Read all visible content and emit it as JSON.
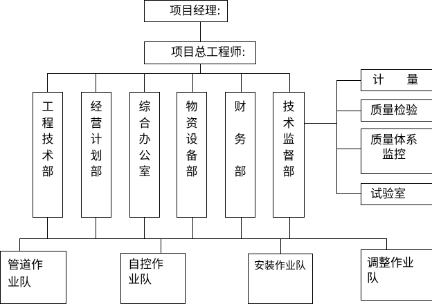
{
  "project_manager": "项目经理:",
  "chief_engineer": "项目总工程师:",
  "departments": [
    {
      "id": "engineering-tech",
      "label": "工\n程\n技\n术\n部"
    },
    {
      "id": "business-planning",
      "label": "经\n营\n计\n划\n部"
    },
    {
      "id": "general-office",
      "label": "综\n合\n办\n公\n室"
    },
    {
      "id": "materials-equipment",
      "label": "物\n资\n设\n备\n部"
    },
    {
      "id": "finance",
      "label": "财\n\n务\n\n部"
    },
    {
      "id": "tech-supervision",
      "label": "技\n术\n监\n督\n部"
    }
  ],
  "supervision_units": {
    "metering": "计      量",
    "quality_inspection": "质量检验",
    "quality_system_line1": "质量体系",
    "quality_system_line2": "监控",
    "laboratory": "试验室"
  },
  "teams": {
    "pipeline": "管道作\n业队",
    "auto_control": "自控作\n业队",
    "installation": "安装作业队",
    "adjustment": "调整作业\n队"
  }
}
